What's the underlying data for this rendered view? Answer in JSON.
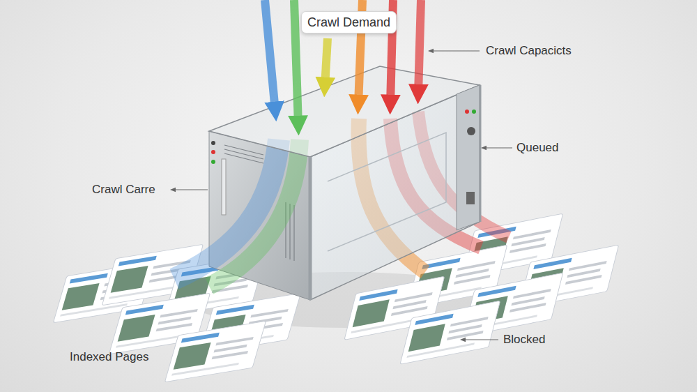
{
  "diagram": {
    "nodes": [
      {
        "text": [
          "Crawl Demand"
        ]
      }
    ],
    "labels": [
      "Crawl Capacicts",
      "Queued",
      "Crawl Carre",
      "Indexed Pages",
      "Blocked"
    ]
  }
}
